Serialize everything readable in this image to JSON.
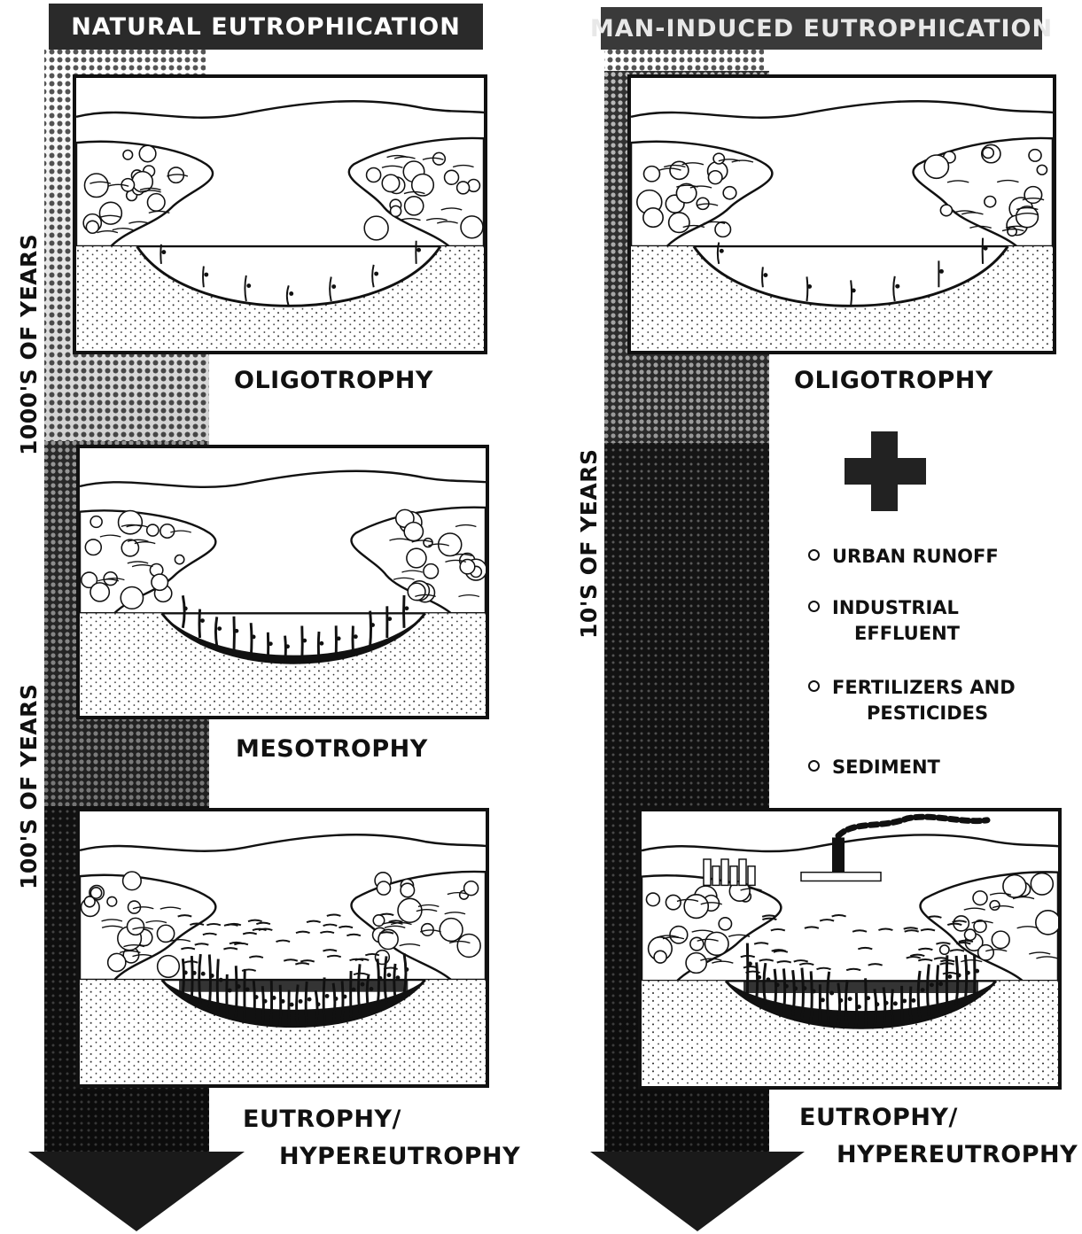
{
  "diagram": {
    "left_column": {
      "header": "NATURAL EUTROPHICATION",
      "time_labels": [
        "1000'S OF YEARS",
        "100'S OF YEARS"
      ],
      "stages": [
        "OLIGOTROPHY",
        "MESOTROPHY",
        "EUTROPHY/",
        "HYPEREUTROPHY"
      ]
    },
    "right_column": {
      "header": "MAN-INDUCED EUTROPHICATION",
      "time_label": "10'S OF YEARS",
      "stages": [
        "OLIGOTROPHY",
        "EUTROPHY/",
        "HYPEREUTROPHY"
      ],
      "pollutants": [
        {
          "line1": "URBAN RUNOFF",
          "line2": ""
        },
        {
          "line1": "INDUSTRIAL",
          "line2": "EFFLUENT"
        },
        {
          "line1": "FERTILIZERS AND",
          "line2": "PESTICIDES"
        },
        {
          "line1": "SEDIMENT",
          "line2": ""
        }
      ]
    }
  },
  "colors": {
    "ink": "#111111",
    "header_bg": "#2a2a2a",
    "arrow_dark": "#1a1a1a",
    "arrow_light": "#9a9a9a"
  }
}
